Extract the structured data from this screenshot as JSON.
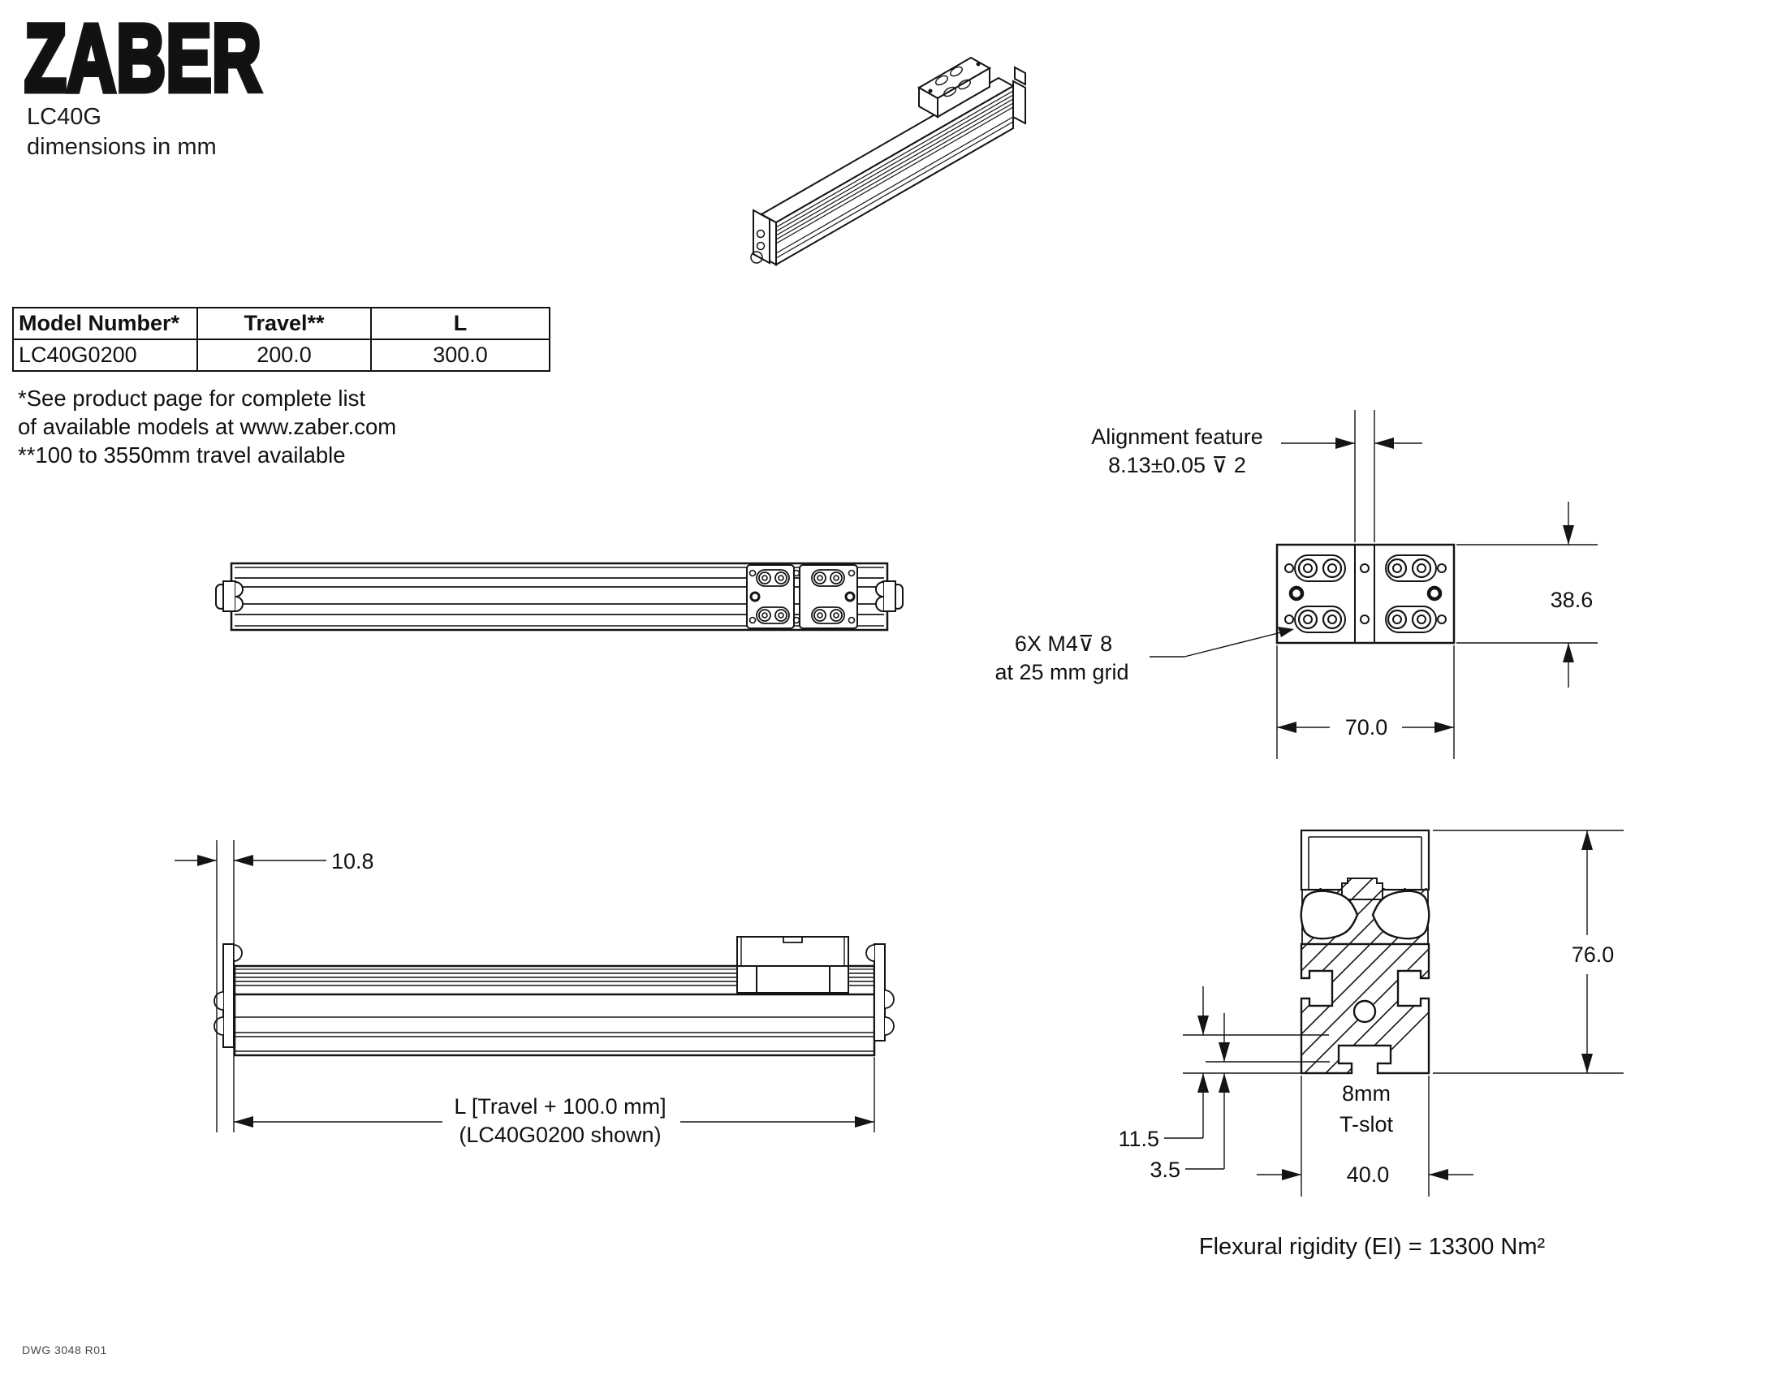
{
  "logo": {
    "brand": "ZABER",
    "product": "LC40G",
    "units_note": "dimensions in mm",
    "brand_color": "#cb2127"
  },
  "model_table": {
    "headers": [
      "Model Number*",
      "Travel**",
      "L"
    ],
    "rows": [
      [
        "LC40G0200",
        "200.0",
        "300.0"
      ]
    ]
  },
  "notes": {
    "line1": "*See product page for complete list",
    "line2": "of available models at www.zaber.com",
    "line3": "**100 to 3550mm travel available"
  },
  "carriage_detail": {
    "alignment_label": "Alignment feature",
    "alignment_value": "8.13±0.05 ⊽ 2",
    "dim_height": "38.6",
    "dim_width": "70.0",
    "tap_callout_line1": "6X M4⊽ 8",
    "tap_callout_line2": "at 25 mm grid"
  },
  "side_view": {
    "dim_offset": "10.8",
    "length_label": "L [Travel + 100.0 mm]",
    "length_sublabel": "(LC40G0200 shown)"
  },
  "cross_section": {
    "dim_height": "76.0",
    "dim_width": "40.0",
    "dim_slot_center": "11.5",
    "dim_wall": "3.5",
    "tslot_line1": "8mm",
    "tslot_line2": "T-slot",
    "rigidity_note": "Flexural rigidity (EI) = 13300 Nm²"
  },
  "footer": {
    "drawing_number": "DWG 3048 R01"
  }
}
